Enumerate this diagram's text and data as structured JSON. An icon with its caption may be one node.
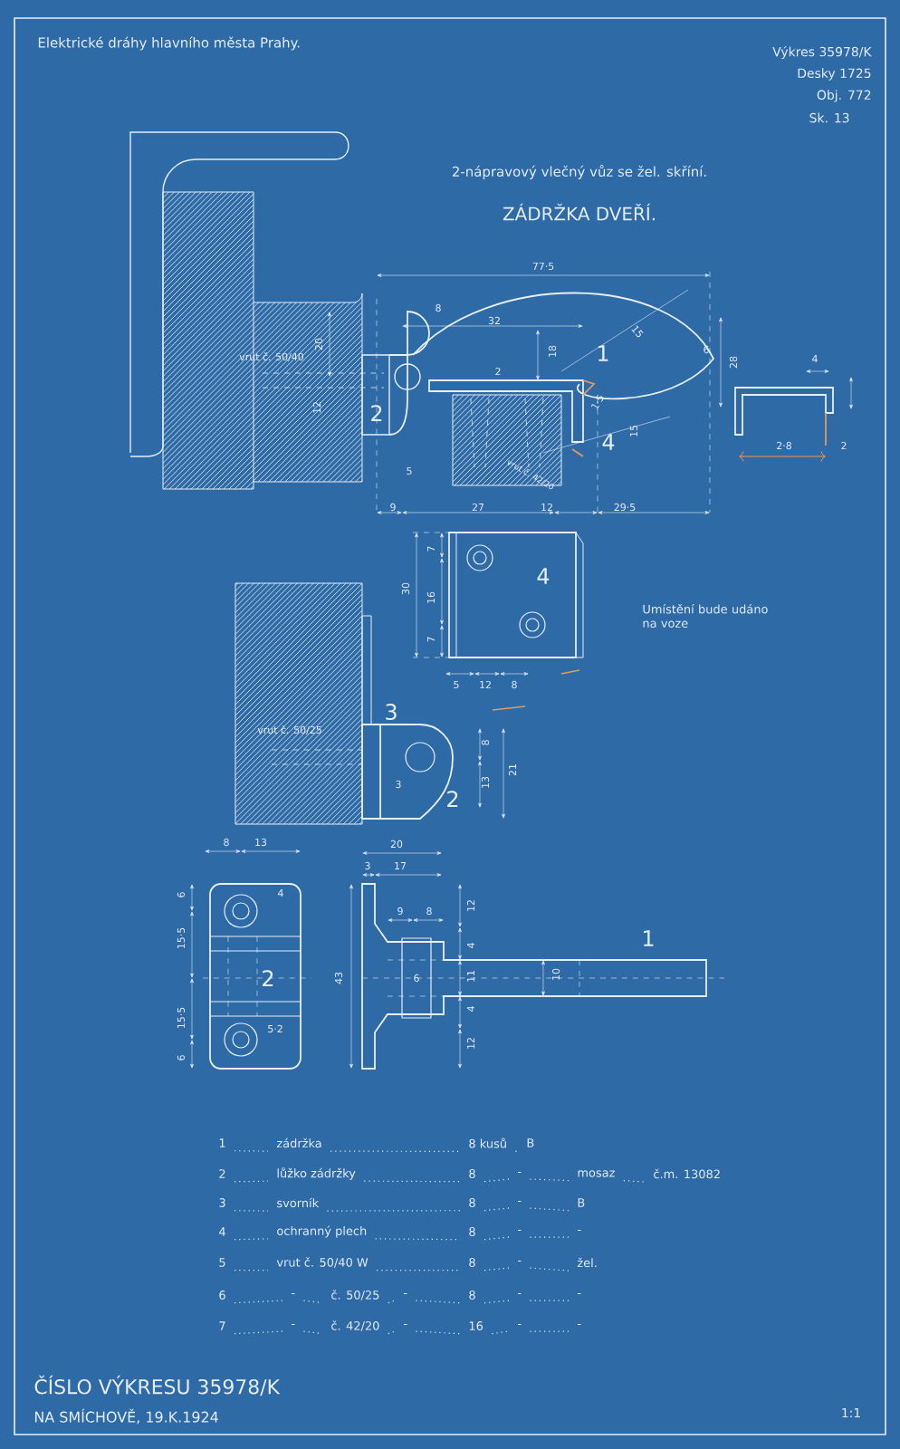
{
  "diagram": {
    "title": "ZÁDRŽKA DVEŘÍ.",
    "labels": [
      "Elektrické dráhy hlavního města Prahy.",
      "Výkres 35978/K",
      "Desky 1725",
      "Obj. 772",
      "Sk. 13",
      "2-nápravový vlečný vůz se žel. skříní.",
      "77·5",
      "8",
      "32",
      "20",
      "18",
      "1",
      "15",
      "6",
      "28",
      "vrut č. 50/40",
      "2",
      "12",
      "2",
      "1·5",
      "15",
      "4",
      "5",
      "vrut č. 42/20",
      "9",
      "27",
      "12",
      "29·5",
      "4",
      "2·8",
      "2",
      "30",
      "7",
      "16",
      "7",
      "4",
      "5",
      "12",
      "8",
      "Umístění bude udáno na voze",
      "3",
      "vrut č. 50/25",
      "8",
      "13",
      "21",
      "2",
      "3",
      "8",
      "13",
      "20",
      "3",
      "17",
      "6",
      "15·5",
      "2",
      "15·5",
      "6",
      "4",
      "5·2",
      "43",
      "9",
      "8",
      "12",
      "4",
      "11",
      "4",
      "12",
      "6",
      "10",
      "1",
      "1",
      "zádržka",
      "8 kusů",
      "B",
      "2",
      "lůžko zádržky",
      "8",
      "-",
      "mosaz",
      "č.m. 13082",
      "3",
      "svorník",
      "8",
      "-",
      "B",
      "4",
      "ochranný plech",
      "8",
      "-",
      "-",
      "5",
      "vrut č. 50/40 W",
      "8",
      "-",
      "žel.",
      "6",
      "-",
      "č. 50/25",
      "-",
      "8",
      "-",
      "-",
      "7",
      "-",
      "č. 42/20",
      "-",
      "16",
      "-",
      "-",
      "ČÍSLO VÝKRESU 35978/K",
      "NA SMÍCHOVĚ, 19.K.1924",
      "1:1"
    ]
  }
}
